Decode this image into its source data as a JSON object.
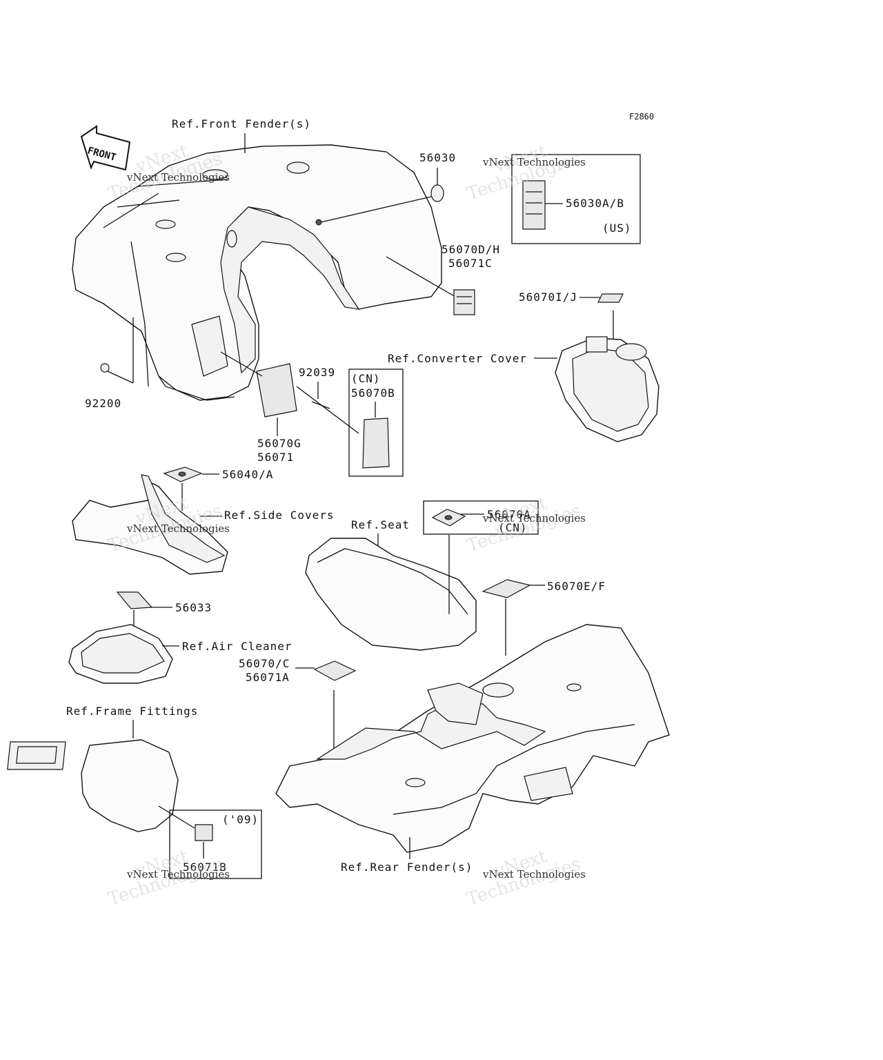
{
  "figure_code": "F2860",
  "watermark": {
    "line1": "vNext Technologies",
    "big1": "vNext",
    "big2": "Technologies"
  },
  "front_arrow": "FRONT",
  "refs": {
    "front_fender": "Ref.Front Fender(s)",
    "converter_cover": "Ref.Converter Cover",
    "side_covers": "Ref.Side Covers",
    "seat": "Ref.Seat",
    "air_cleaner": "Ref.Air Cleaner",
    "frame_fittings": "Ref.Frame Fittings",
    "rear_fender": "Ref.Rear Fender(s)"
  },
  "parts": {
    "p56030": "56030",
    "p56030ab": "56030A/B",
    "us": "(US)",
    "p56070dh": "56070D/H",
    "p56071c": "56071C",
    "p56070ij": "56070I/J",
    "p92039": "92039",
    "cn1": "(CN)",
    "p56070b": "56070B",
    "p92200": "92200",
    "p56070g": "56070G",
    "p56071": "56071",
    "p56040a": "56040/A",
    "p56070a": "56070A",
    "cn2": "(CN)",
    "p56070ef": "56070E/F",
    "p56033": "56033",
    "p56070c": "56070/C",
    "p56071a": "56071A",
    "y09": "('09)",
    "p56071b": "56071B"
  }
}
